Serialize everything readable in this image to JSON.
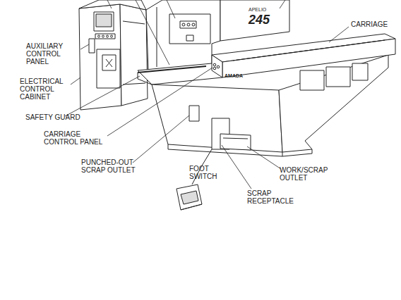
{
  "diagram": {
    "labels": [
      "CARRIAGE",
      "APELIO",
      "245",
      "AUXILIARY CONTROL PANEL",
      "ELECTRICAL CONTROL CABINET",
      "AMADA",
      "SAFETY GUARD",
      "CARRIAGE CONTROL PANEL",
      "PUNCHED-OUT SCRAP OUTLET",
      "FOOT SWITCH",
      "WORK/SCRAP OUTLET",
      "SCRAP RECEPTACLE"
    ]
  }
}
